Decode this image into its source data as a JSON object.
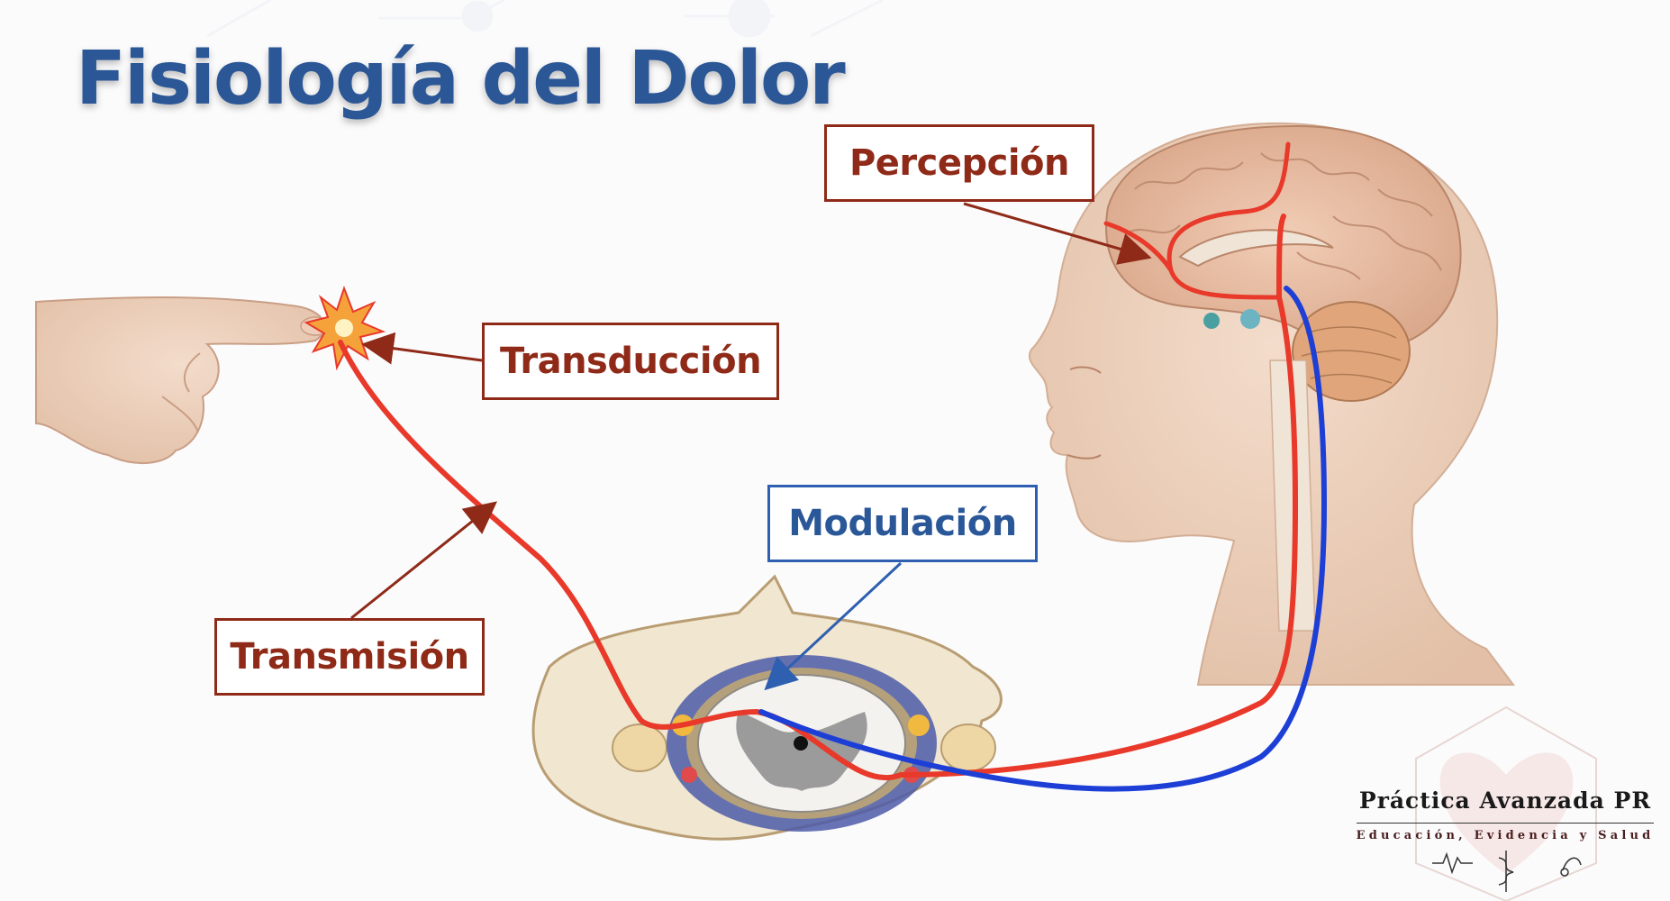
{
  "title": "Fisiología del Dolor",
  "labels": {
    "percepcion": "Percepción",
    "transduccion": "Transducción",
    "modulacion": "Modulación",
    "transmision": "Transmisión"
  },
  "brand": {
    "name": "Práctica Avanzada PR",
    "tagline": "Educación, Evidencia y Salud",
    "icons": [
      "heartbeat-icon",
      "caduceus-icon",
      "stethoscope-icon"
    ]
  },
  "colors": {
    "title": "#2b5796",
    "ascending_pathway": "#e8392a",
    "descending_pathway": "#1d3fd6",
    "label_red": "#8f2a18",
    "label_blue": "#2a5798"
  }
}
